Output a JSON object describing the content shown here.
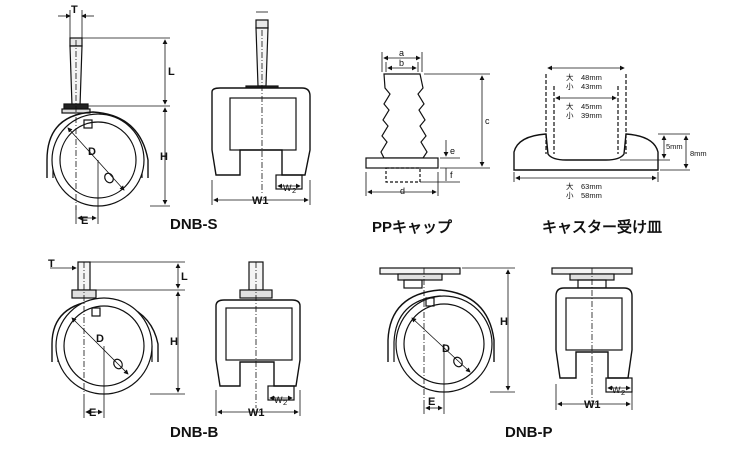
{
  "captions": {
    "dnb_s": "DNB-S",
    "pp_cap": "PPキャップ",
    "tray": "キャスター受け皿",
    "dnb_b": "DNB-B",
    "dnb_p": "DNB-P"
  },
  "dims": {
    "T": "T",
    "L": "L",
    "H": "H",
    "D": "D",
    "E": "E",
    "W1": "W1",
    "W2": "W",
    "W2_sub": "2",
    "a": "a",
    "b": "b",
    "c": "c",
    "d": "d",
    "e": "e",
    "f": "f"
  },
  "tray": {
    "top_large": "大　48mm",
    "top_small": "小　43mm",
    "mid_large": "大　45mm",
    "mid_small": "小　39mm",
    "bottom_large": "大　63mm",
    "bottom_small": "小　58mm",
    "depth": "5mm",
    "height": "8mm"
  }
}
